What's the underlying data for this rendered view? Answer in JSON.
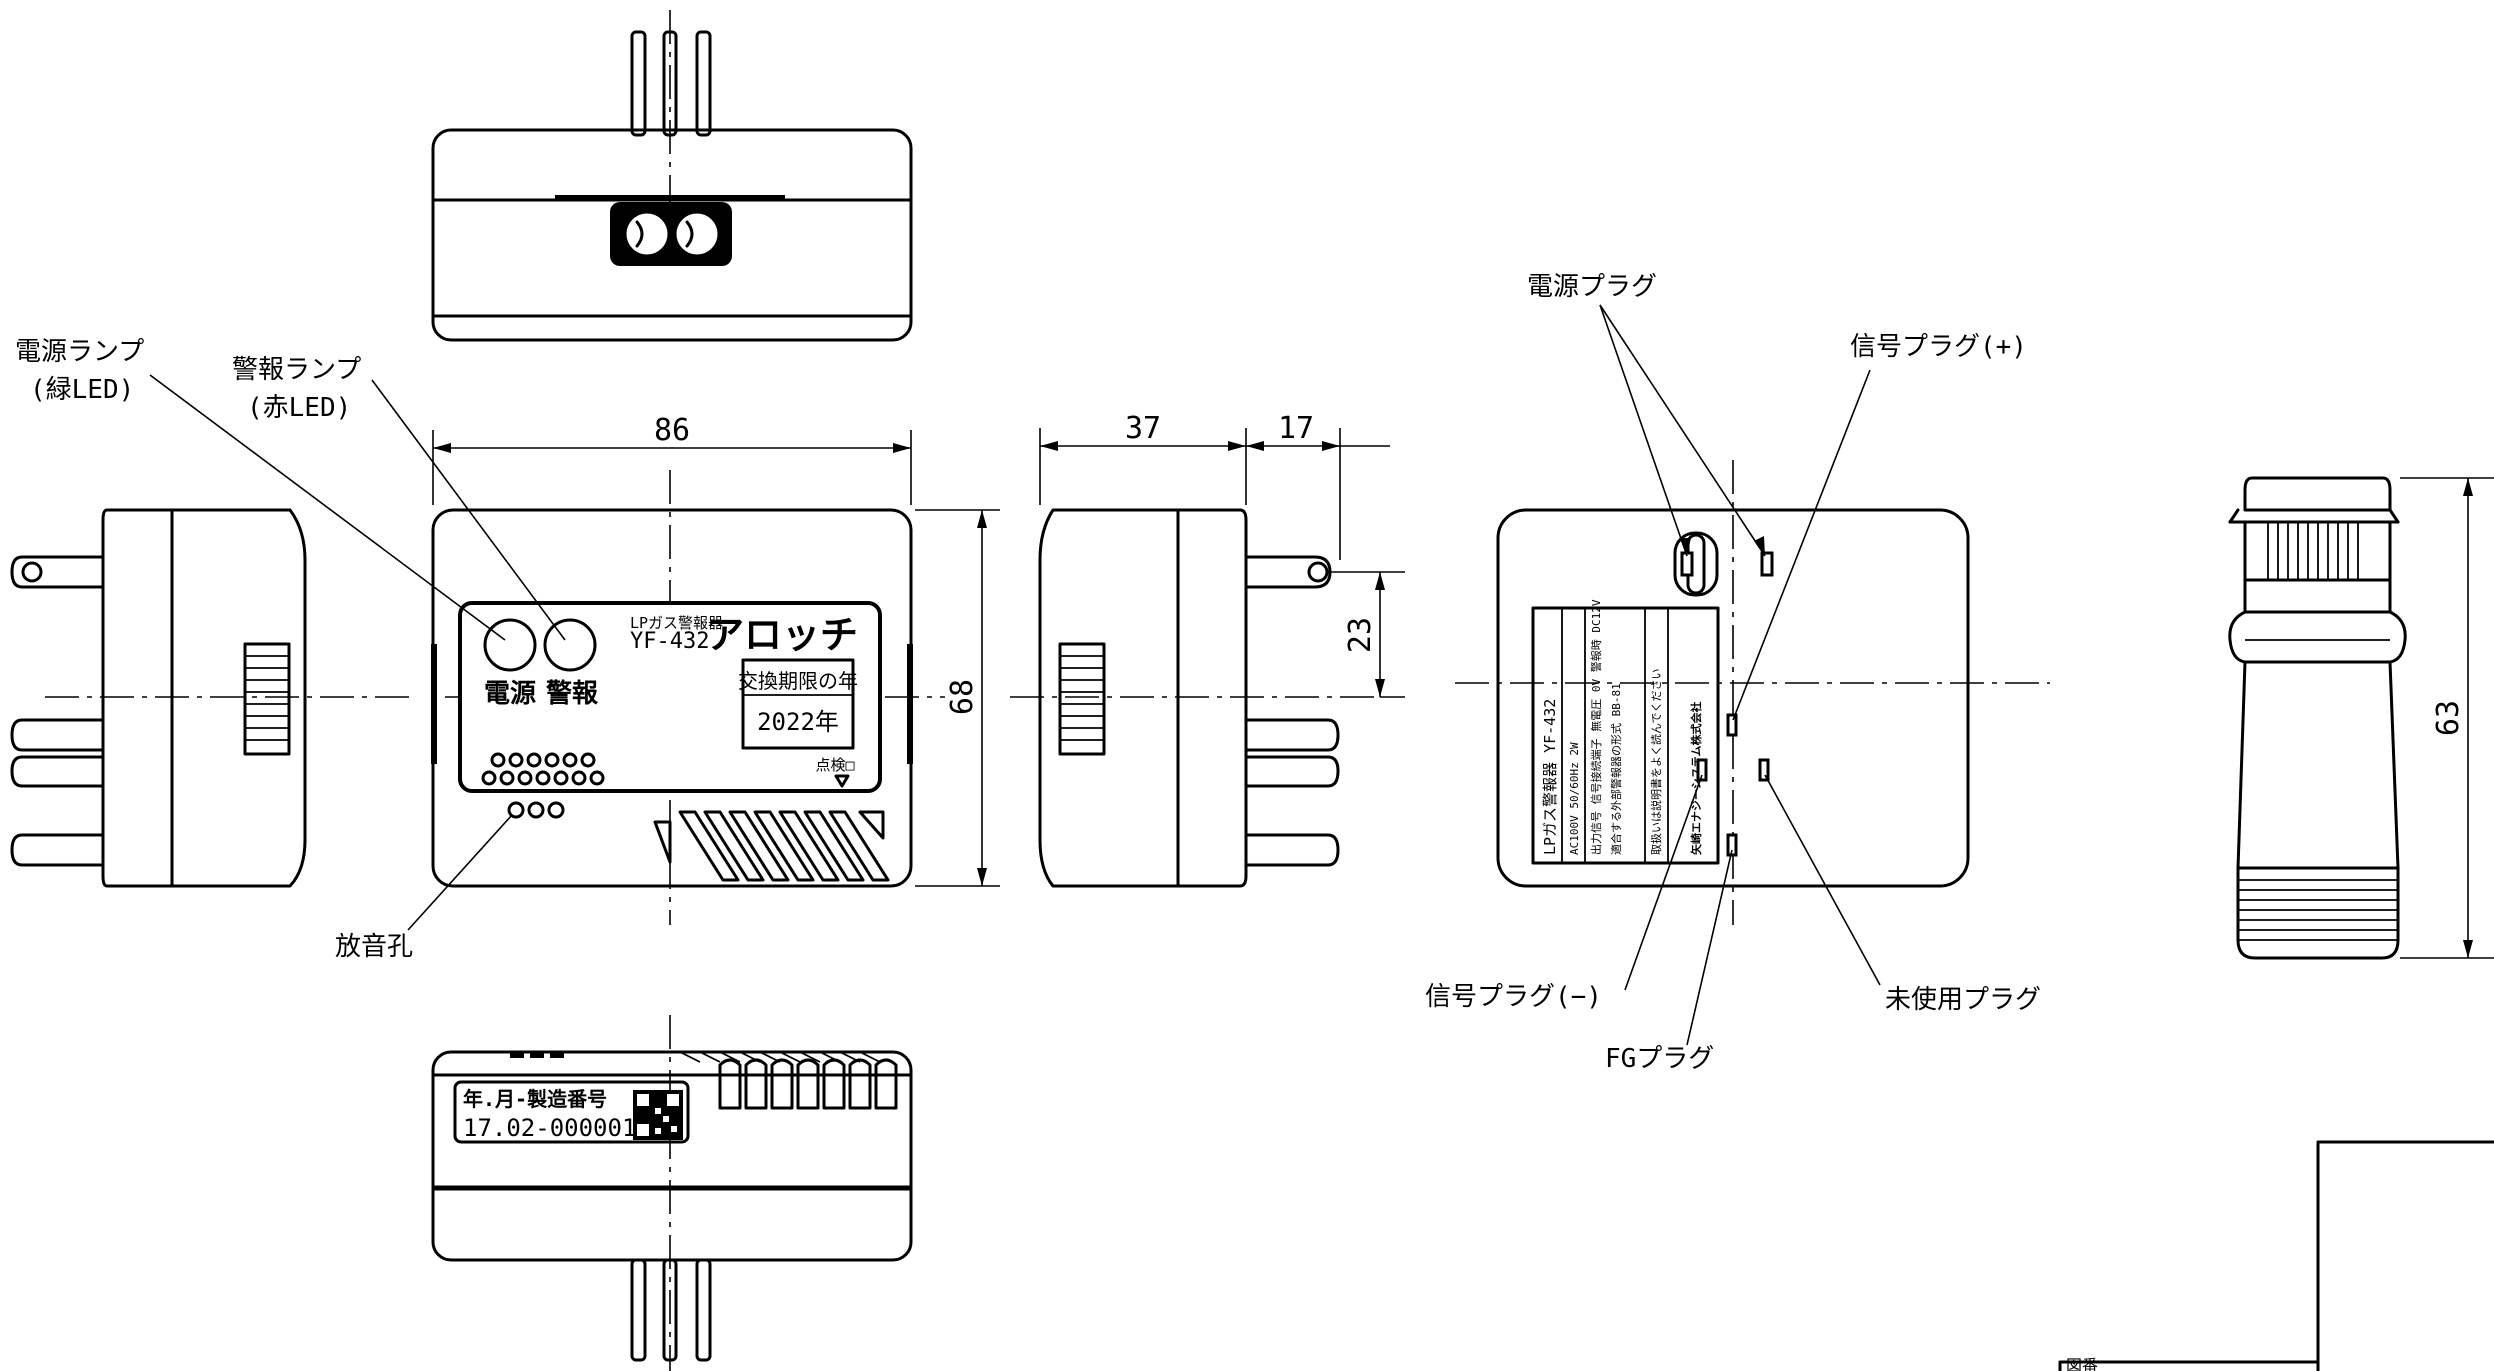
{
  "labels": {
    "power_lamp": "電源ランプ",
    "power_lamp_sub": "(緑LED)",
    "alarm_lamp": "警報ランプ",
    "alarm_lamp_sub": "(赤LED)",
    "sound_hole": "放音孔",
    "power_plug": "電源プラグ",
    "signal_plug_plus": "信号プラグ(+)",
    "signal_plug_minus": "信号プラグ(−)",
    "fg_plug": "FGプラグ",
    "unused_plug": "未使用プラグ"
  },
  "dimensions": {
    "width": "86",
    "height": "68",
    "depth_body": "37",
    "depth_plug": "17",
    "plug_offset": "23",
    "side_height": "63"
  },
  "front_panel": {
    "product_line": "LPガス警報器",
    "model": "YF-432",
    "brand": "アロッチ",
    "power_text": "電源",
    "alarm_text": "警報",
    "expiry_title": "交換期限の年",
    "expiry_year": "2022年",
    "check_text": "点検□"
  },
  "bottom_label": {
    "title": "年.月-製造番号",
    "serial": "17.02-000001"
  },
  "rear_label": {
    "line1": "LPガス警報器 YF-432",
    "line2": "AC100V 50/60Hz 2W",
    "line3": "出力信号 信号接続端子 無電圧 0V 警報時 DC12V",
    "line4": "適合する外部警報器の形式 BB-81",
    "line5": "取扱いは説明書をよく読んでください",
    "line6": "矢崎エナジーシステム株式会社"
  },
  "title_block": {
    "heading": "図番"
  }
}
